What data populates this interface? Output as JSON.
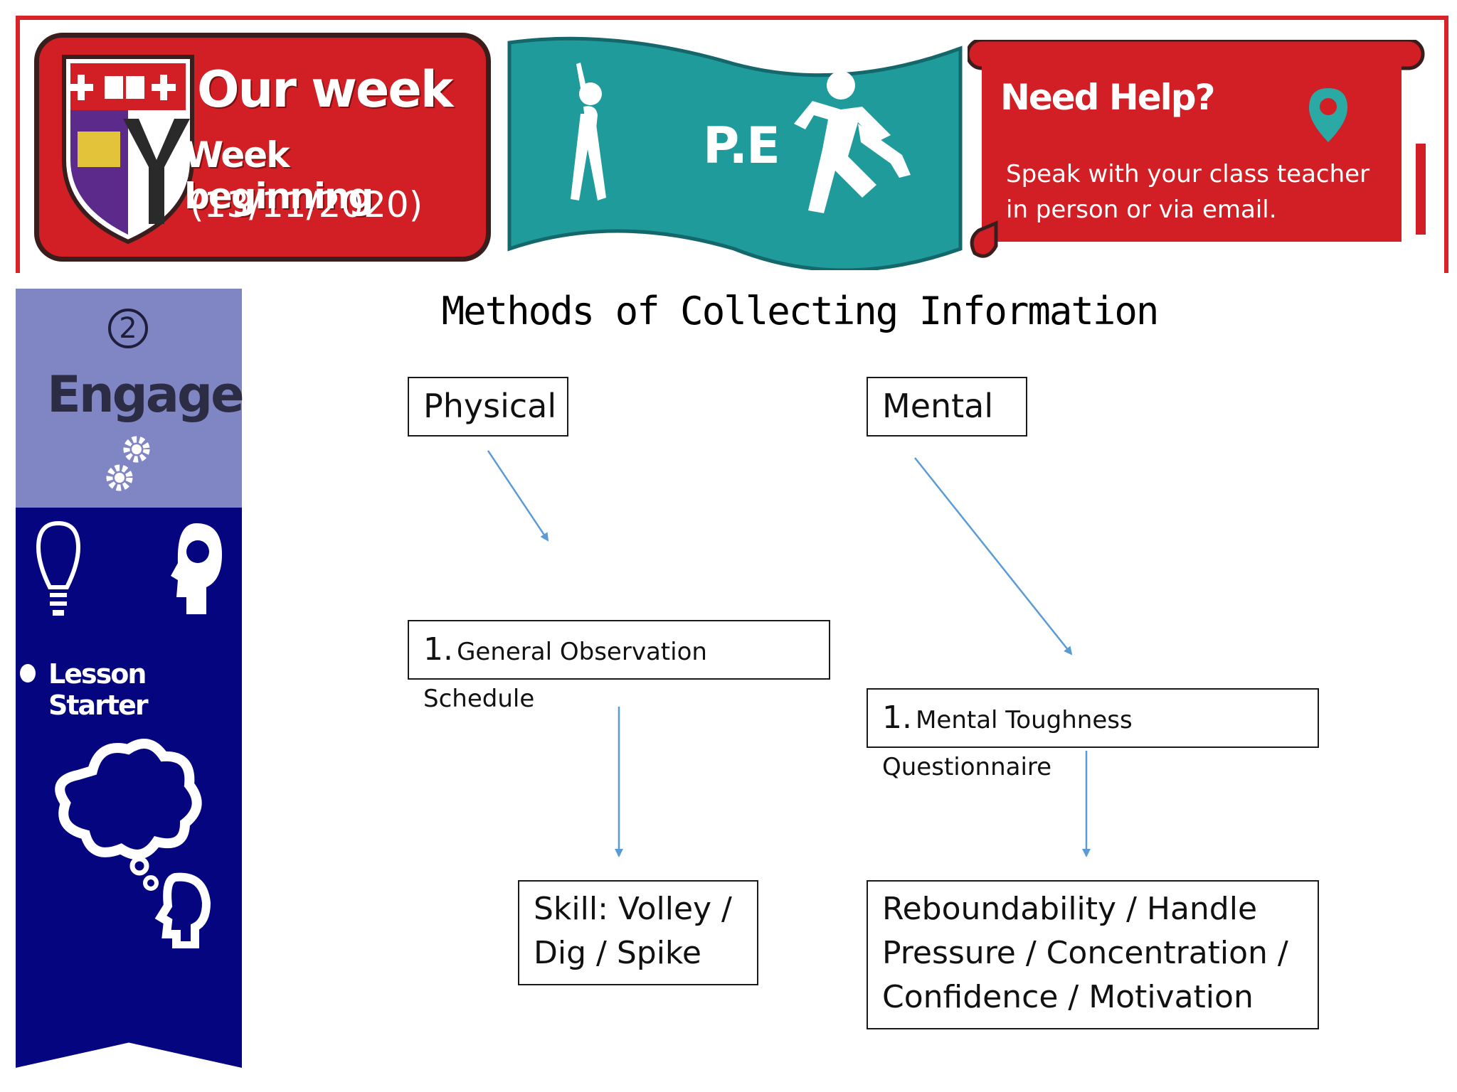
{
  "header": {
    "week_title": "Our week",
    "week_subtitle": "Week beginning",
    "week_date": "(13/11/2020)",
    "subject": "P.E",
    "help_title": "Need Help?",
    "help_body": "Speak with your class teacher in person or via email."
  },
  "sidebar": {
    "step_number": "2",
    "step_label": "Engage",
    "activity": "Lesson Starter"
  },
  "diagram": {
    "title": "Methods of Collecting Information",
    "physical": {
      "heading": "Physical",
      "method_number": "1.",
      "method": "General Observation Schedule",
      "detail_line1": "Skill: Volley /",
      "detail_line2": "Dig / Spike"
    },
    "mental": {
      "heading": "Mental",
      "method_number": "1.",
      "method": "Mental Toughness Questionnaire",
      "detail_line1": "Reboundability / Handle",
      "detail_line2": "Pressure / Concentration /",
      "detail_line3": "Confidence / Motivation"
    }
  },
  "colors": {
    "brand_red": "#d21f25",
    "teal": "#1f9b9b",
    "ribbon_light": "#8086c4",
    "ribbon_dark": "#05057f",
    "arrow_blue": "#5b9bd5"
  }
}
